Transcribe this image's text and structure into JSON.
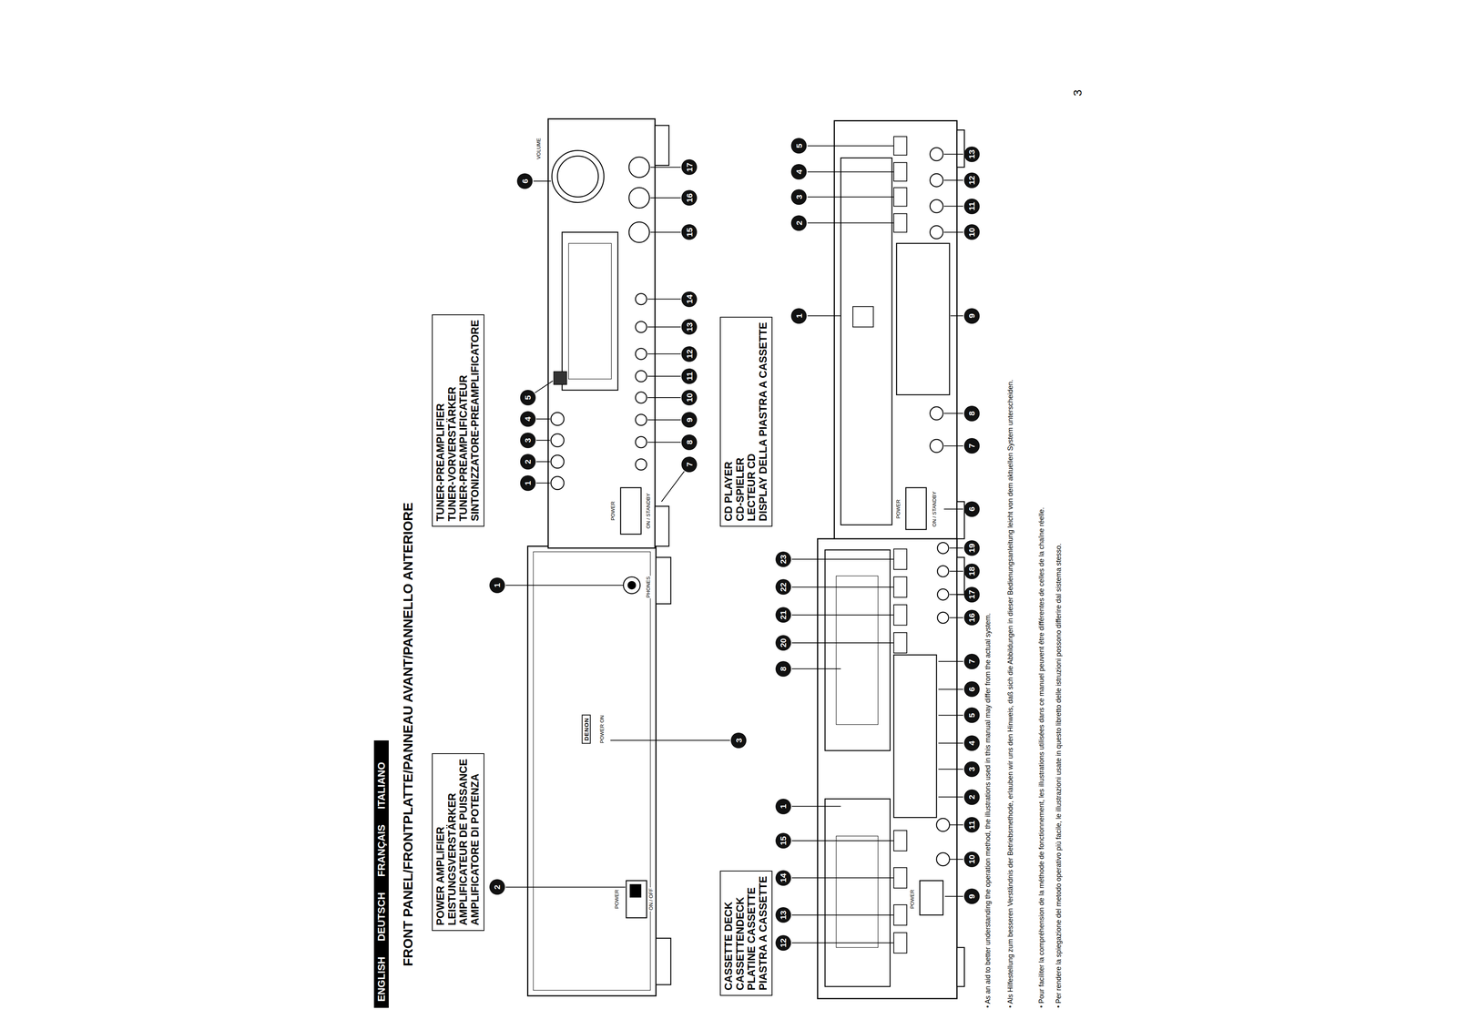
{
  "diagram": {
    "title": "FRONT PANEL/FRONTPLATTE/PANNEAU AVANT/PANNELLO ANTERIORE",
    "nodes": [
      {
        "text": [
          "ENGLISH",
          "DEUTSCH",
          "FRANÇAIS",
          "ITALIANO"
        ]
      },
      {
        "text": [
          "POWER AMPLIFIER",
          "LEISTUNGSVERSTÄRKER",
          "AMPLIFICATEUR DE PUISSANCE",
          "AMPLIFICATORE DI POTENZA"
        ]
      },
      {
        "text": [
          "TUNER-PREAMPLIFIER",
          "TUNER-VORVERSTÄRKER",
          "TUNER-PREAMPLIFICATEUR",
          "SINTONIZZATORE-PREAMPLIFICATORE"
        ]
      },
      {
        "text": [
          "CASSETTE DECK",
          "CASSETTENDECK",
          "PLATINE CASSETTE",
          "PIASTRA A CASSETTE"
        ]
      },
      {
        "text": [
          "CD PLAYER",
          "CD-SPIELER",
          "LECTEUR CD",
          "DISPLAY DELLA PIASTRA A CASSETTE"
        ]
      }
    ],
    "labels": [
      "1",
      "2",
      "3",
      "PHONES",
      "POWER",
      "ON / OFF",
      "DENON",
      "POWER ON",
      "1",
      "2",
      "3",
      "4",
      "5",
      "6",
      "7",
      "8",
      "9",
      "10",
      "11",
      "12",
      "13",
      "14",
      "15",
      "16",
      "17",
      "VOLUME",
      "POWER",
      "ON / STANDBY",
      "1",
      "12",
      "13",
      "14",
      "15",
      "8",
      "20",
      "21",
      "22",
      "23",
      "9",
      "10",
      "11",
      "2",
      "3",
      "4",
      "5",
      "6",
      "7",
      "16",
      "17",
      "18",
      "19",
      "POWER",
      "1",
      "2",
      "3",
      "4",
      "5",
      "6",
      "7",
      "8",
      "9",
      "10",
      "11",
      "12",
      "13",
      "POWER",
      "ON / STANDBY",
      "• As an aid to better understanding the operation method, the illustrations used in this manual may differ from the actual system.",
      "• Als Hilfestellung zum besseren Verständnis der Betriebsmethode, erlauben wir uns den Hinweis, daß sich die Abbildungen in dieser Bedienungsanleitung leicht von dem aktuellen System unterscheiden.",
      "• Pour faciliter la compréhension de la méthode de fonctionnement, les illustrations utilisées dans ce manuel peuvent être différentes de celles de la chaîne réelle.",
      "• Per rendere la spiegazione del metodo operativo più facile, le illustrazioni usate in questo libretto delle istruzioni possono differire dal sistema stesso.",
      "3"
    ]
  }
}
